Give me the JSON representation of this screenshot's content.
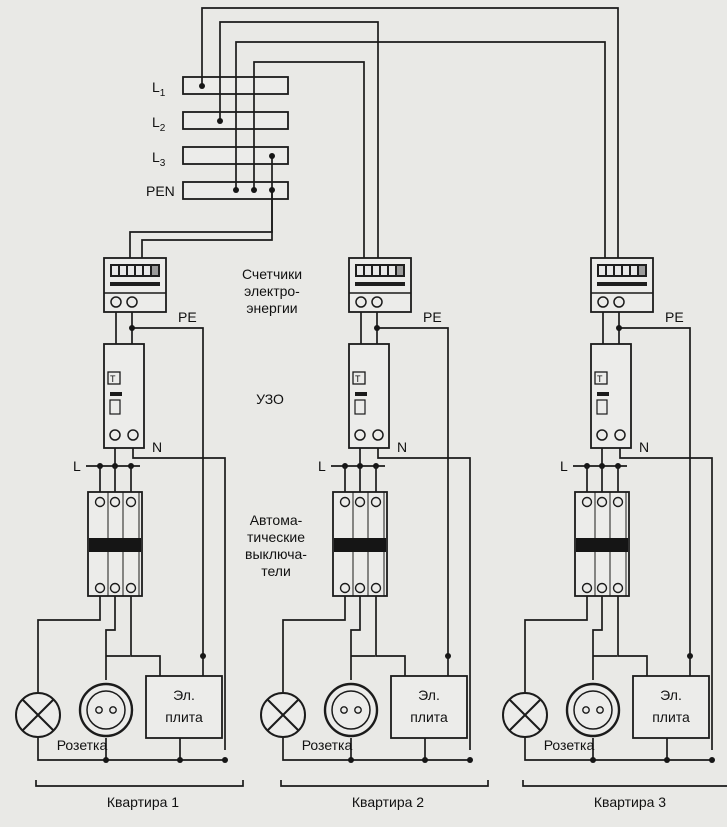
{
  "buses": {
    "l1": "L",
    "l1_sub": "1",
    "l2": "L",
    "l2_sub": "2",
    "l3": "L",
    "l3_sub": "3",
    "pen": "PEN"
  },
  "captions": {
    "meters": [
      "Счетчики",
      "электро-",
      "энергии"
    ],
    "rcd": "УЗО",
    "breakers": [
      "Автома-",
      "тические",
      "выключа-",
      "тели"
    ]
  },
  "apartments": [
    {
      "pe": "PE",
      "n": "N",
      "l": "L",
      "socket": "Розетка",
      "stove": [
        "Эл.",
        "плита"
      ],
      "label": "Квартира 1"
    },
    {
      "pe": "PE",
      "n": "N",
      "l": "L",
      "socket": "Розетка",
      "stove": [
        "Эл.",
        "плита"
      ],
      "label": "Квартира 2"
    },
    {
      "pe": "PE",
      "n": "N",
      "l": "L",
      "socket": "Розетка",
      "stove": [
        "Эл.",
        "плита"
      ],
      "label": "Квартира 3"
    }
  ]
}
